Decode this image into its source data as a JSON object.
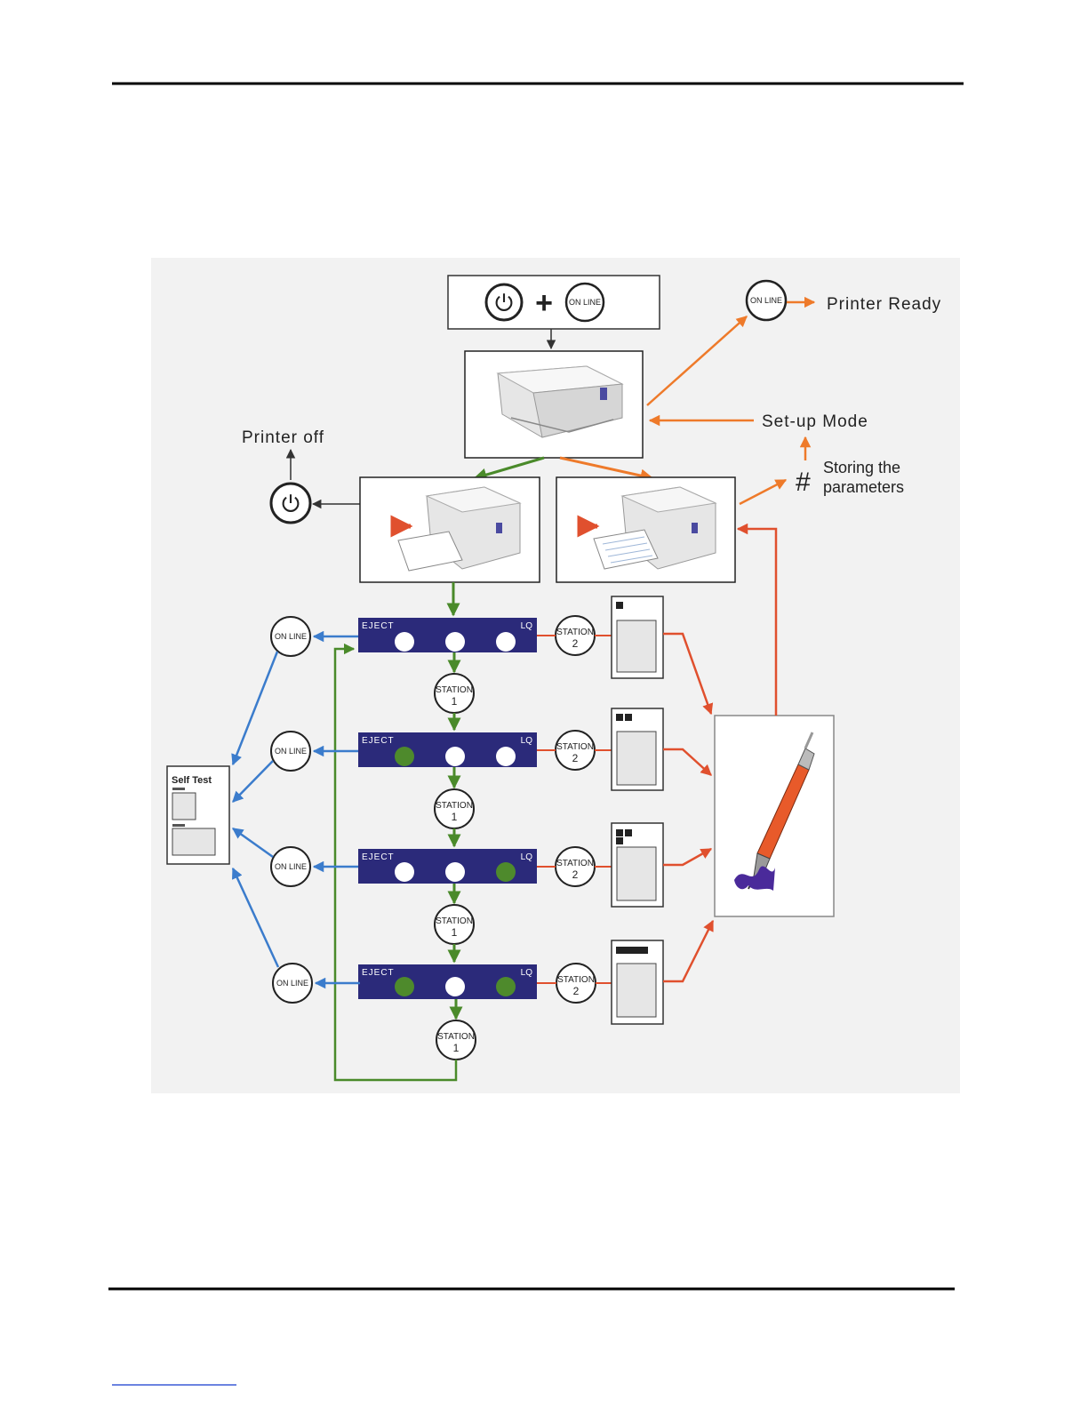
{
  "labels": {
    "printer_ready": "Printer Ready",
    "setup_mode": "Set-up Mode",
    "printer_off": "Printer off",
    "hash_symbol": "#",
    "storing_line1": "Storing the",
    "storing_line2": "parameters",
    "plus_symbol": "+",
    "self_test": "Self Test"
  },
  "buttons": {
    "online": "ON LINE",
    "station_word": "STATION",
    "station1_num": "1",
    "station2_num": "2"
  },
  "panel": {
    "eject": "EJECT",
    "lq": "LQ"
  },
  "panels": [
    {
      "leds": [
        false,
        false,
        false
      ]
    },
    {
      "leds": [
        true,
        false,
        false
      ]
    },
    {
      "leds": [
        false,
        false,
        true
      ]
    },
    {
      "leds": [
        true,
        false,
        true
      ]
    }
  ],
  "colors": {
    "panel_bg": "#2b2a7a",
    "led_on": "#4e8a2c",
    "led_off": "#ffffff",
    "green_flow": "#4a8a2a",
    "blue_flow": "#3b7ccc",
    "orange_flow": "#ee7a2a",
    "red_flow": "#e0502e",
    "page_bg": "#f2f2f2"
  }
}
